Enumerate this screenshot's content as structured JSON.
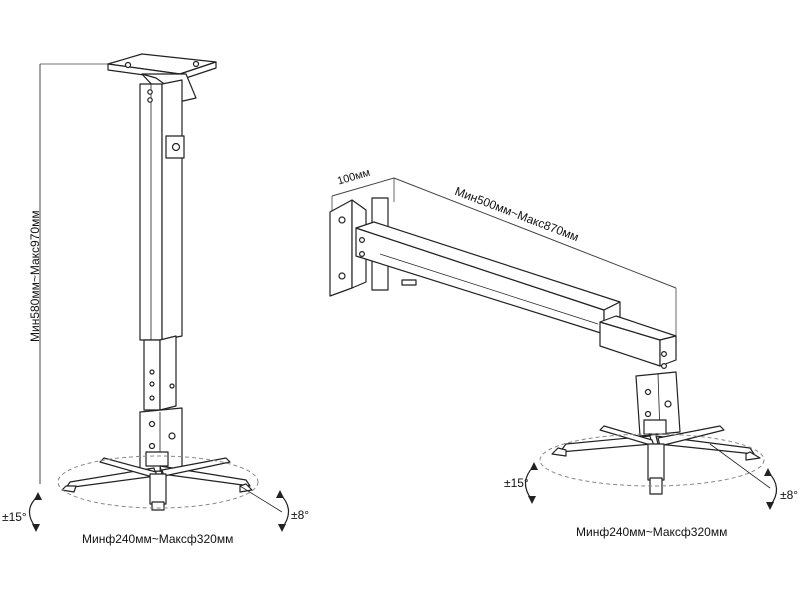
{
  "ceiling_mount": {
    "height_label": "Мин580мм~Макс970мм",
    "tilt_left": "±15°",
    "tilt_right": "±8°",
    "diameter_label": "Минф240мм~Максф320мм"
  },
  "wall_mount": {
    "offset_label": "100мм",
    "length_label": "Мин500мм~Макс870мм",
    "tilt_left": "±15°",
    "tilt_right": "±8°",
    "diameter_label": "Минф240мм~Максф320мм"
  },
  "colors": {
    "line": "#222222",
    "dim_line": "#444444",
    "dashed": "#888888"
  }
}
